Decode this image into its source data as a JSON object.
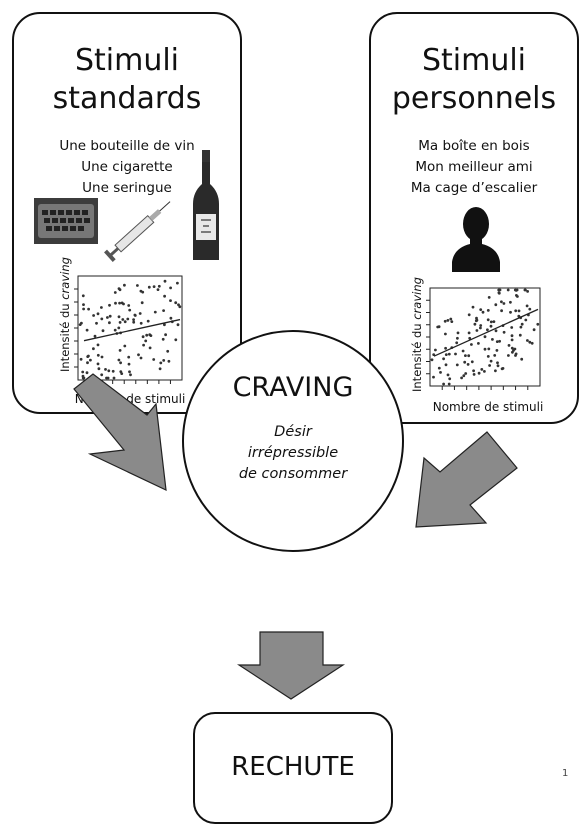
{
  "left_box": {
    "title_line1": "Stimuli",
    "title_line2": "standards",
    "items": [
      "Une bouteille de vin",
      "Une cigarette",
      "Une seringue"
    ],
    "plot": {
      "ylabel_prefix": "Intensité du ",
      "ylabel_em": "craving",
      "xlabel": "Nombre de stimuli"
    }
  },
  "right_box": {
    "title_line1": "Stimuli",
    "title_line2": "personnels",
    "items": [
      "Ma boîte en bois",
      "Mon meilleur ami",
      "Ma cage d’escalier"
    ],
    "plot": {
      "ylabel_prefix": "Intensité du ",
      "ylabel_em": "craving",
      "xlabel": "Nombre de stimuli"
    }
  },
  "craving": {
    "title": "CRAVING",
    "sub_line1": "Désir",
    "sub_line2": "irrépressible",
    "sub_line3": "de consommer"
  },
  "rechute": {
    "label": "RECHUTE"
  },
  "page_number": "1",
  "colors": {
    "arrow_fill": "#8a8a8a",
    "stroke": "#111111"
  }
}
